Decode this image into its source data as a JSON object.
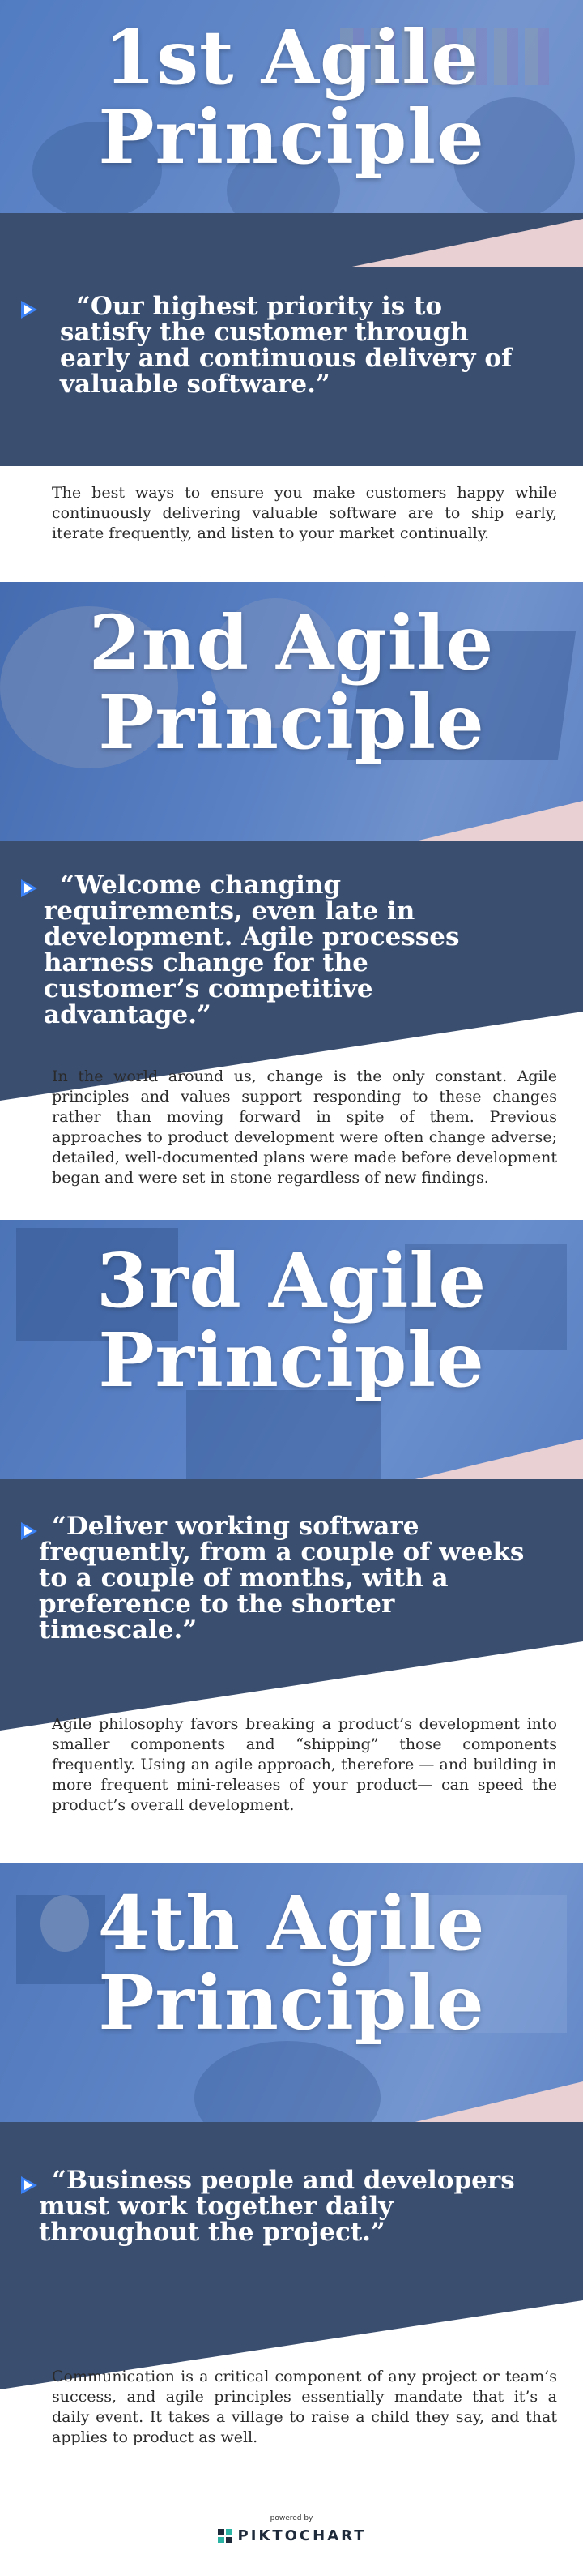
{
  "colors": {
    "navy": "#3a4e70",
    "blue_overlay": "#4a7acb",
    "pink": "#e9d0d2",
    "accent_icon": "#3b82f6",
    "text": "#2a2a2a"
  },
  "principles": [
    {
      "title_line1": "1st Agile",
      "title_line2": "Principle",
      "quote": "“Our highest priority is to satisfy the customer through early and continuous delivery of valuable software.”",
      "body": "The best ways to ensure you make customers happy while continuously delivering valuable software are to ship early, iterate frequently, and listen to your market continually."
    },
    {
      "title_line1": "2nd Agile",
      "title_line2": "Principle",
      "quote": "“Welcome changing requirements, even late in development. Agile processes harness change for the customer’s competitive advantage.”",
      "body": "In the world around us, change is the only constant. Agile principles and values support responding to these changes rather than moving forward in spite of them. Previous approaches to product development were often change adverse; detailed, well-documented plans were made before development began and were set in stone regardless of new findings."
    },
    {
      "title_line1": "3rd Agile",
      "title_line2": "Principle",
      "quote": "“Deliver working software frequently, from a couple of weeks to a couple of months, with a preference to the shorter timescale.”",
      "body": "Agile philosophy favors breaking a product’s development into smaller components and “shipping” those components frequently. Using an agile approach, therefore — and building in more frequent mini-releases of your product— can speed the product’s overall development."
    },
    {
      "title_line1": "4th Agile",
      "title_line2": "Principle",
      "quote": "“Business people and developers must work together daily throughout the project.”",
      "body": "Communication is a critical component of any project or team’s success, and agile principles essentially mandate that it’s a daily event. It takes a village to raise a child they say, and that applies to product as well."
    }
  ],
  "footer": {
    "powered_by": "powered by",
    "brand": "PIKTOCHART",
    "logo_icon": "piktochart-logo-icon"
  }
}
